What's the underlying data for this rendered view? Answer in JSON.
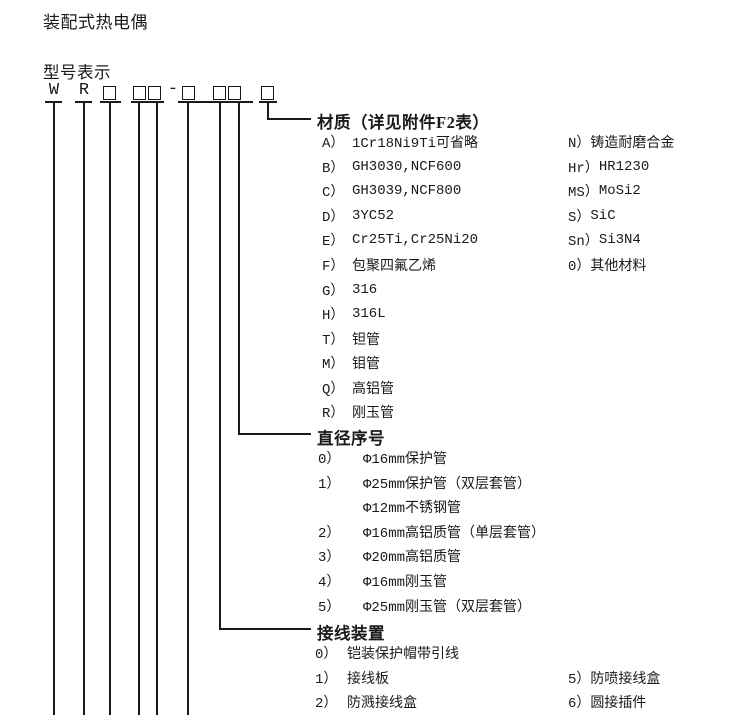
{
  "colors": {
    "text": "#1a1a1a",
    "background": "#ffffff"
  },
  "title": "装配式热电偶",
  "subtitle": "型号表示",
  "model_code": {
    "letters": [
      "W",
      "R"
    ],
    "separator": "-"
  },
  "sections": {
    "material": {
      "title": "材质（详见附件F2表）",
      "left": [
        {
          "key": "A）",
          "label": "1Cr18Ni9Ti可省略"
        },
        {
          "key": "B）",
          "label": "GH3030,NCF600"
        },
        {
          "key": "C）",
          "label": "GH3039,NCF800"
        },
        {
          "key": "D）",
          "label": "3YC52"
        },
        {
          "key": "E）",
          "label": "Cr25Ti,Cr25Ni20"
        },
        {
          "key": "F）",
          "label": "包聚四氟乙烯"
        },
        {
          "key": "G）",
          "label": "316"
        },
        {
          "key": "H）",
          "label": "316L"
        },
        {
          "key": "T）",
          "label": "钽管"
        },
        {
          "key": "M）",
          "label": "钼管"
        },
        {
          "key": "Q）",
          "label": "高铝管"
        },
        {
          "key": "R）",
          "label": "刚玉管"
        }
      ],
      "right": [
        {
          "key": "N）",
          "label": "铸造耐磨合金"
        },
        {
          "key": "Hr）",
          "label": "HR1230"
        },
        {
          "key": "MS）",
          "label": "MoSi2"
        },
        {
          "key": "S）",
          "label": "SiC"
        },
        {
          "key": "Sn）",
          "label": "Si3N4"
        },
        {
          "key": "0）",
          "label": "其他材料"
        }
      ]
    },
    "diameter": {
      "title": "直径序号",
      "items": [
        {
          "key": "0）",
          "label": "Φ16mm保护管"
        },
        {
          "key": "1）",
          "label": "Φ25mm保护管（双层套管）"
        },
        {
          "key": "",
          "label": "Φ12mm不锈钢管"
        },
        {
          "key": "2）",
          "label": "Φ16mm高铝质管（单层套管）"
        },
        {
          "key": "3）",
          "label": "Φ20mm高铝质管"
        },
        {
          "key": "4）",
          "label": "Φ16mm刚玉管"
        },
        {
          "key": "5）",
          "label": "Φ25mm刚玉管（双层套管）"
        }
      ]
    },
    "wiring": {
      "title": "接线装置",
      "left": [
        {
          "key": "0）",
          "label": "铠装保护帽带引线"
        },
        {
          "key": "1）",
          "label": "接线板"
        },
        {
          "key": "2）",
          "label": "防溅接线盒"
        }
      ],
      "right": [
        {
          "key": "5）",
          "label": "防喷接线盒"
        },
        {
          "key": "6）",
          "label": "圆接插件"
        }
      ]
    }
  }
}
